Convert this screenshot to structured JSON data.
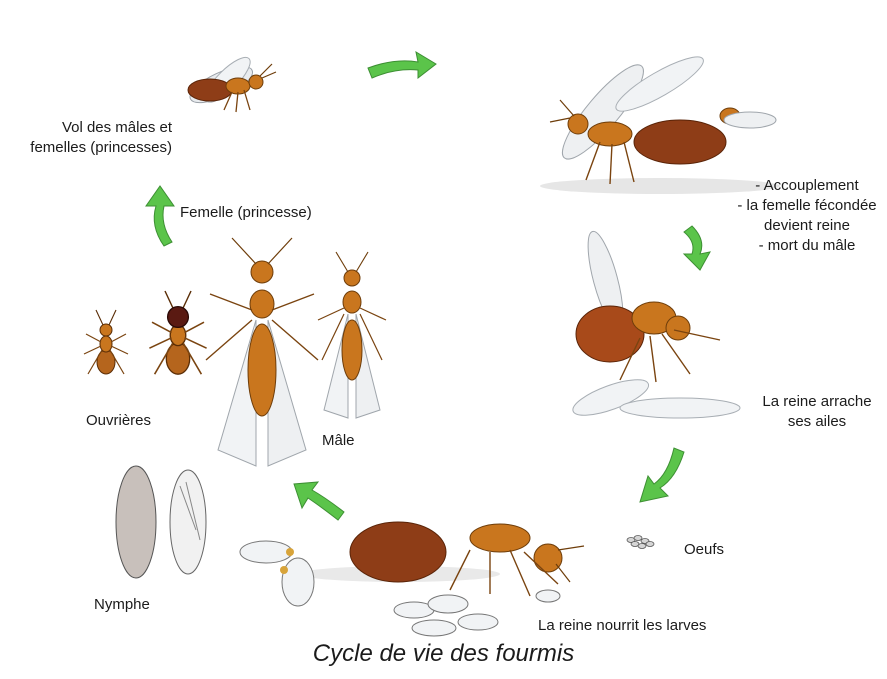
{
  "caption": "Cycle de vie des fourmis",
  "labels": {
    "flight": [
      "Vol des mâles et",
      "femelles (princesses)"
    ],
    "mating": [
      "-  Accouplement",
      "- la femelle fécondée",
      "devient reine",
      "- mort du mâle"
    ],
    "wings": [
      "La reine arrache",
      "ses ailes"
    ],
    "eggs": "Oeufs",
    "feeding": "La reine nourrit les larves",
    "pupa": "Nymphe",
    "workers": "Ouvrières",
    "princess": "Femelle (princesse)",
    "male": "Mâle"
  },
  "colors": {
    "arrow": "#5bc44a",
    "arrow_dark": "#3d8f33",
    "ant_body": "#c9761e",
    "ant_abdomen": "#8e3d17",
    "wing": "#e9ecef"
  },
  "icons": [
    "curved-arrow-icon",
    "winged-ant-icon",
    "ant-icon",
    "egg-icon",
    "larva-icon",
    "pupa-icon"
  ]
}
